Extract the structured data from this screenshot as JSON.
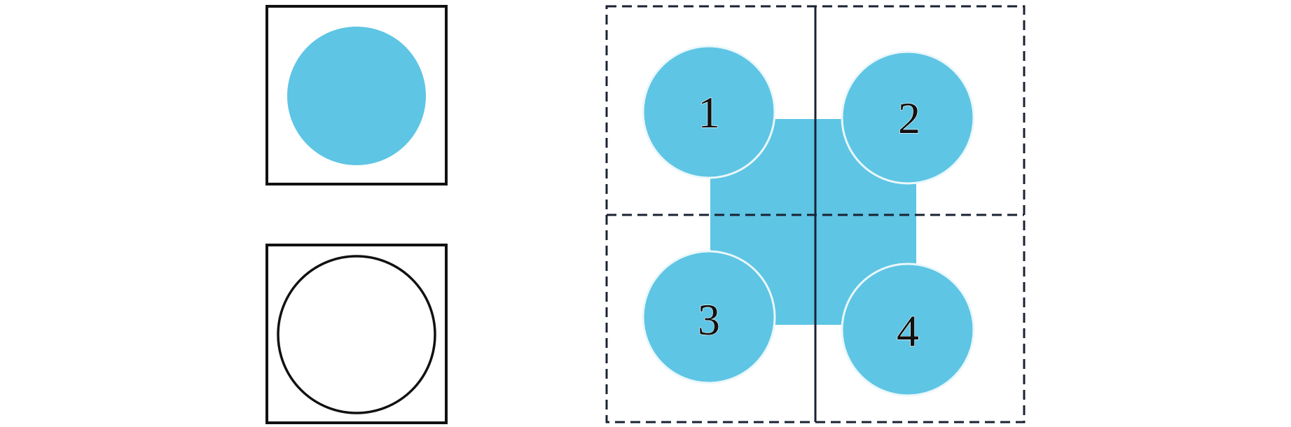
{
  "colors": {
    "fill": "#5EC5E4",
    "stroke": "#111111",
    "dashed_stroke": "#1a2233",
    "background": "#ffffff"
  },
  "diagram": {
    "left_panels": [
      {
        "name": "filled-circle-cell",
        "circle": "filled"
      },
      {
        "name": "outline-circle-cell",
        "circle": "outline"
      }
    ],
    "quadrants": [
      {
        "label": "1"
      },
      {
        "label": "2"
      },
      {
        "label": "3"
      },
      {
        "label": "4"
      }
    ]
  }
}
